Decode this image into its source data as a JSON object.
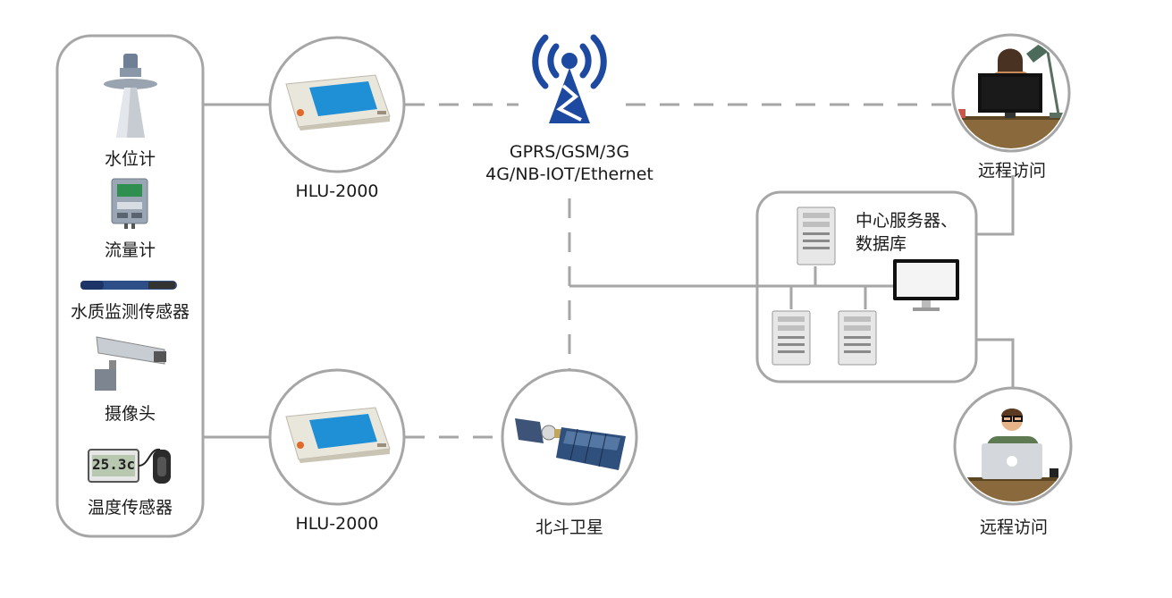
{
  "sensors": {
    "water_level": "水位计",
    "flow_meter": "流量计",
    "water_quality": "水质监测传感器",
    "camera": "摄像头",
    "temperature": "温度传感器",
    "temperature_display": "25.3c"
  },
  "devices": {
    "top_terminal": "HLU-2000",
    "bottom_terminal": "HLU-2000"
  },
  "network": {
    "tower_line1": "GPRS/GSM/3G",
    "tower_line2": "4G/NB-IOT/Ethernet",
    "satellite": "北斗卫星"
  },
  "server": {
    "label_line1": "中心服务器、",
    "label_line2": "数据库"
  },
  "remote": {
    "top": "远程访问",
    "bottom": "远程访问"
  },
  "colors": {
    "line": "#a6a6a6",
    "tower_blue": "#1d4aa0",
    "device_screen": "#1f8fd6"
  }
}
